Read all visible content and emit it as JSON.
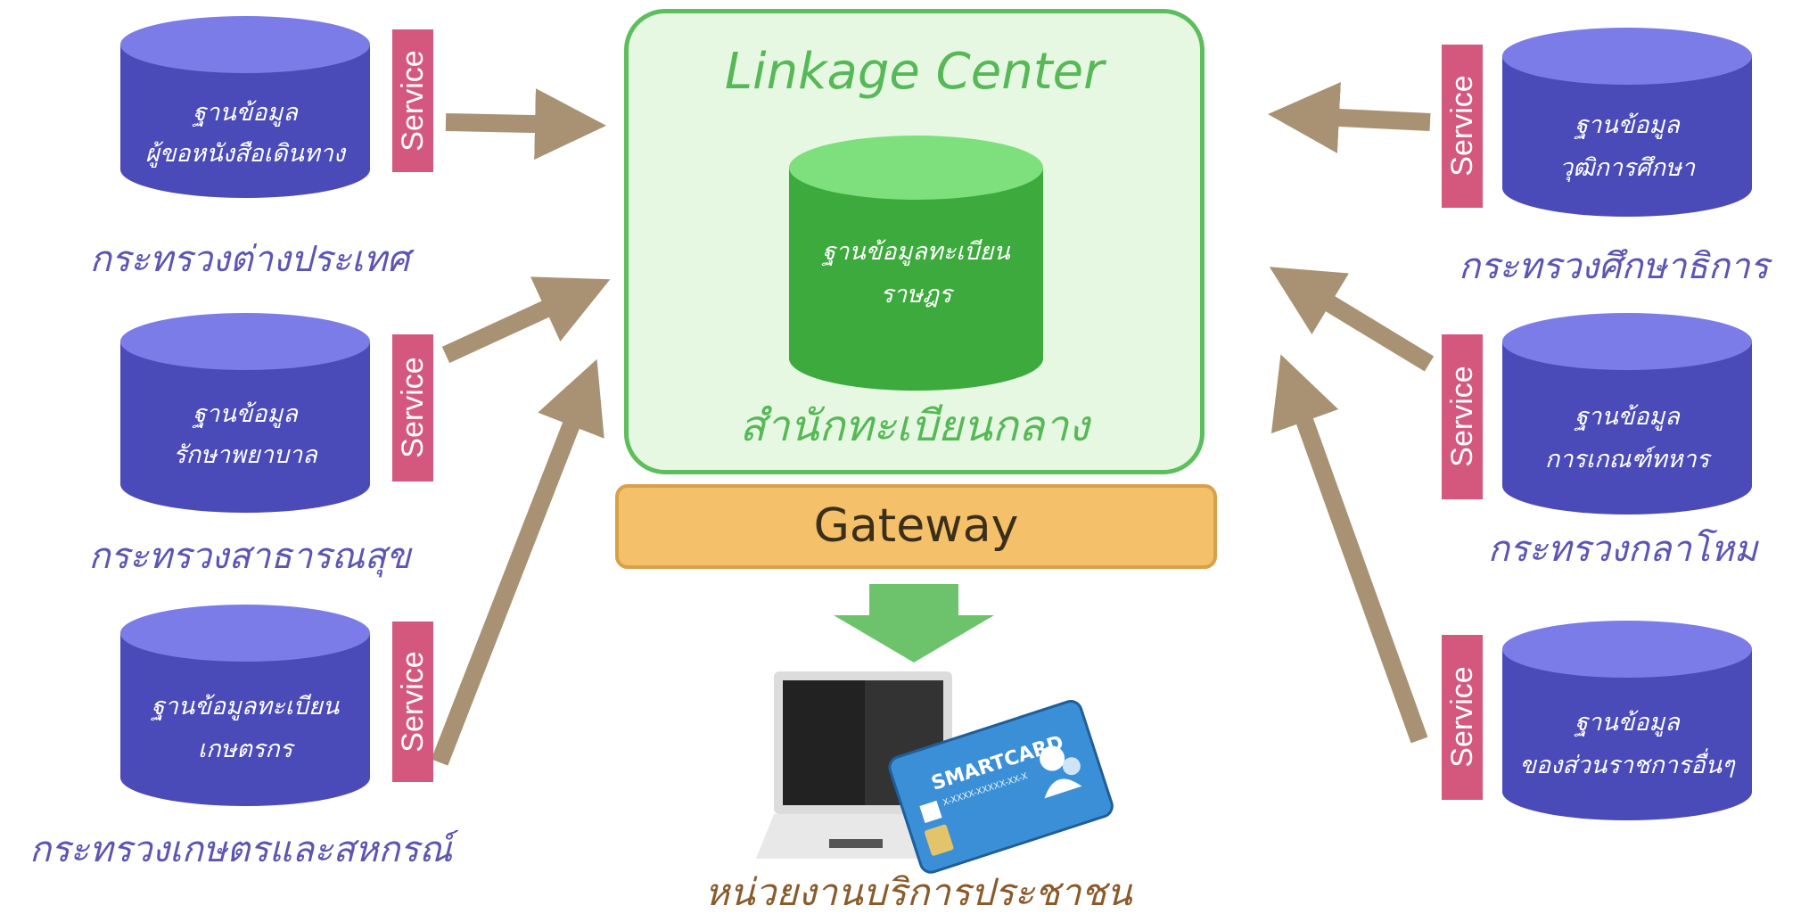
{
  "center": {
    "title": "Linkage Center",
    "database_lines": [
      "ฐานข้อมูลทะเบียน",
      "ราษฎร"
    ],
    "agency": "สำนักทะเบียนกลาง"
  },
  "gateway": {
    "label": "Gateway"
  },
  "service_label": "Service",
  "left_nodes": [
    {
      "lines": [
        "ฐานข้อมูล",
        "ผู้ขอหนังสือเดินทาง"
      ],
      "ministry": "กระทรวงต่างประเทศ"
    },
    {
      "lines": [
        "ฐานข้อมูล",
        "รักษาพยาบาล"
      ],
      "ministry": "กระทรวงสาธารณสุข"
    },
    {
      "lines": [
        "ฐานข้อมูลทะเบียน",
        "เกษตรกร"
      ],
      "ministry": "กระทรวงเกษตรและสหกรณ์"
    }
  ],
  "right_nodes": [
    {
      "lines": [
        "ฐานข้อมูล",
        "วุฒิการศึกษา"
      ],
      "ministry": "กระทรวงศึกษาธิการ"
    },
    {
      "lines": [
        "ฐานข้อมูล",
        "การเกณฑ์ทหาร"
      ],
      "ministry": "กระทรวงกลาโหม"
    },
    {
      "lines": [
        "ฐานข้อมูล",
        "ของส่วนราชการอื่นๆ"
      ],
      "ministry": ""
    }
  ],
  "smartcard": {
    "label": "SMARTCARD",
    "number": "X-XXXX-XXXXX-XX-X"
  },
  "service_unit": "หน่วยงานบริการประชาชน",
  "colors": {
    "db_blue": "#4a4ab8",
    "db_blue_top": "#7c7ce8",
    "service_pink": "#d4587e",
    "center_green_bg": "#e6f8e2",
    "center_green_border": "#5cbf5c",
    "db_green": "#3caa3c",
    "gateway_orange": "#f5c06a",
    "arrow_tan": "#a99273",
    "down_arrow_green": "#6cc36c",
    "ministry_text": "#5b55b3"
  }
}
